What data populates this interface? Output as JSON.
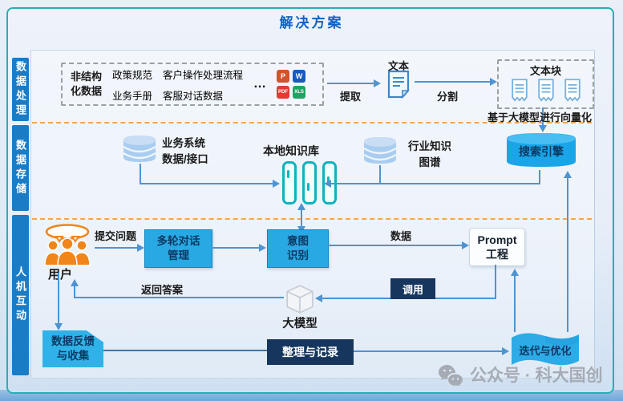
{
  "title": "解决方案",
  "sections": {
    "s1": "数据处理",
    "s2": "数据存储",
    "s3": "人机互动"
  },
  "row1": {
    "unstructured": "非结构\n化数据",
    "docs": [
      "政策规范",
      "业务手册",
      "客户操作处理流程",
      "客服对话数据"
    ],
    "more": "…",
    "files": [
      {
        "name": "powerpoint-icon",
        "label": "P"
      },
      {
        "name": "word-icon",
        "label": "W"
      },
      {
        "name": "pdf-icon",
        "label": "PDF"
      },
      {
        "name": "excel-icon",
        "label": "XLS"
      }
    ],
    "extract": "提取",
    "text_node": "文本",
    "split": "分割",
    "chunks": "文本块",
    "vectorize": "基于大模型进行向量化"
  },
  "row2": {
    "biz_db": "业务系统\n数据/接口",
    "local_kb": "本地知识库",
    "industry_kg": "行业知识\n图谱",
    "search": "搜索引擎"
  },
  "row3": {
    "user": "用户",
    "submit": "提交问题",
    "dialog": "多轮对话\n管理",
    "intent": "意图\n识别",
    "data": "数据",
    "prompt": "Prompt\n工程",
    "back": "返回答案",
    "call": "调用",
    "llm": "大模型",
    "feedback": "数据反馈\n与收集",
    "record": "整理与记录",
    "iterate": "迭代与优化"
  },
  "watermark": "公众号 · 科大国创",
  "icons": [
    "wechat-icon",
    "users-icon",
    "cube-icon",
    "database-icon",
    "document-icon",
    "text-chunk-icon",
    "search-engine-cylinder",
    "flag-banner"
  ],
  "colors": {
    "accent_blue": "#29a9e3",
    "navy": "#16365e",
    "teal_border": "#25b0b4",
    "sidebar_blue": "#1b7cc6",
    "arrow_blue": "#4e94d2",
    "dash_orange": "#f2a74f",
    "kb_teal": "#0db3c0",
    "user_orange": "#f08519",
    "title_blue": "#0f62c6",
    "watermark_gray": "#a6acb5"
  }
}
